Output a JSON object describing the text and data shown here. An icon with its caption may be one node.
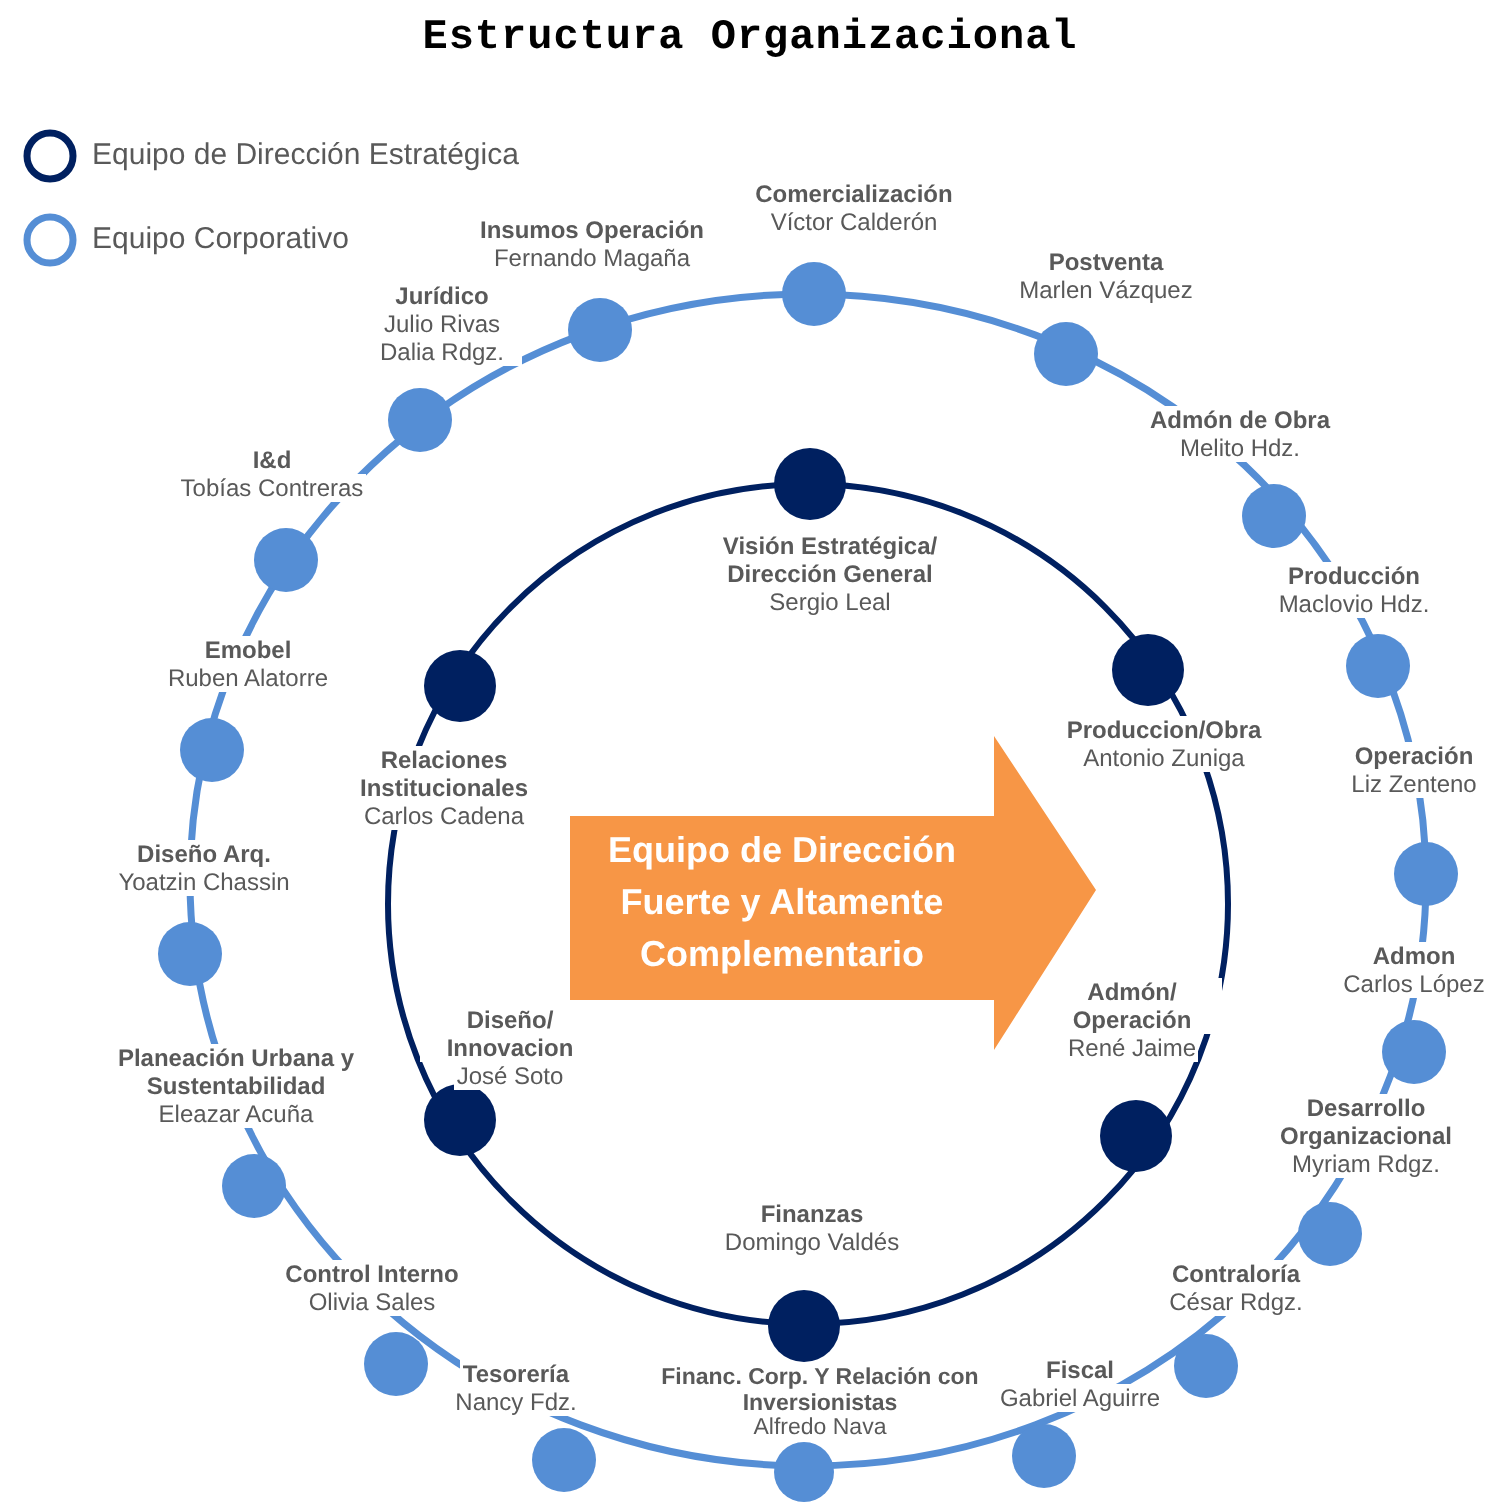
{
  "diagram": {
    "title": "Estructura Organizacional",
    "nodes": [
      {
        "text": [
          "Comercialización",
          "Víctor Calderón"
        ]
      },
      {
        "text": [
          "Postventa",
          "Marlen Vázquez"
        ]
      },
      {
        "text": [
          "Admón de Obra",
          "Melito Hdz."
        ]
      },
      {
        "text": [
          "Producción",
          "Maclovio Hdz."
        ]
      },
      {
        "text": [
          "Operación",
          "Liz Zenteno"
        ]
      },
      {
        "text": [
          "Admon",
          "Carlos López"
        ]
      },
      {
        "text": [
          "Desarrollo Organizacional",
          "Myriam Rdgz."
        ]
      },
      {
        "text": [
          "Contraloría",
          "César Rdgz."
        ]
      },
      {
        "text": [
          "Fiscal",
          "Gabriel Aguirre"
        ]
      },
      {
        "text": [
          "Financ. Corp. Y Relación con Inversionistas",
          "Alfredo Nava"
        ]
      },
      {
        "text": [
          "Tesorería",
          "Nancy Fdz."
        ]
      },
      {
        "text": [
          "Control Interno",
          "Olivia Sales"
        ]
      },
      {
        "text": [
          "Planeación Urbana y Sustentabilidad",
          "Eleazar Acuña"
        ]
      },
      {
        "text": [
          "Diseño Arq.",
          "Yoatzin Chassin"
        ]
      },
      {
        "text": [
          "Emobel",
          "Ruben Alatorre"
        ]
      },
      {
        "text": [
          "I&d",
          "Tobías Contreras"
        ]
      },
      {
        "text": [
          "Jurídico",
          "Julio Rivas Dalia Rdgz."
        ]
      },
      {
        "text": [
          "Insumos Operación",
          "Fernando Magaña"
        ]
      },
      {
        "text": [
          "Visión Estratégica/ Dirección General",
          "Sergio Leal"
        ]
      },
      {
        "text": [
          "Produccion/Obra",
          "Antonio Zuniga"
        ]
      },
      {
        "text": [
          "Relaciones Institucionales",
          "Carlos Cadena"
        ]
      },
      {
        "text": [
          "Diseño/ Innovacion",
          "José Soto"
        ]
      },
      {
        "text": [
          "Admón/ Operación",
          "René Jaime"
        ]
      },
      {
        "text": [
          "Finanzas",
          "Domingo Valdés"
        ]
      },
      {
        "text": [
          "Equipo de Dirección Fuerte y Altamente Complementario"
        ]
      }
    ],
    "legend": [
      {
        "text": "Equipo de Dirección Estratégica"
      },
      {
        "text": "Equipo Corporativo"
      }
    ]
  }
}
